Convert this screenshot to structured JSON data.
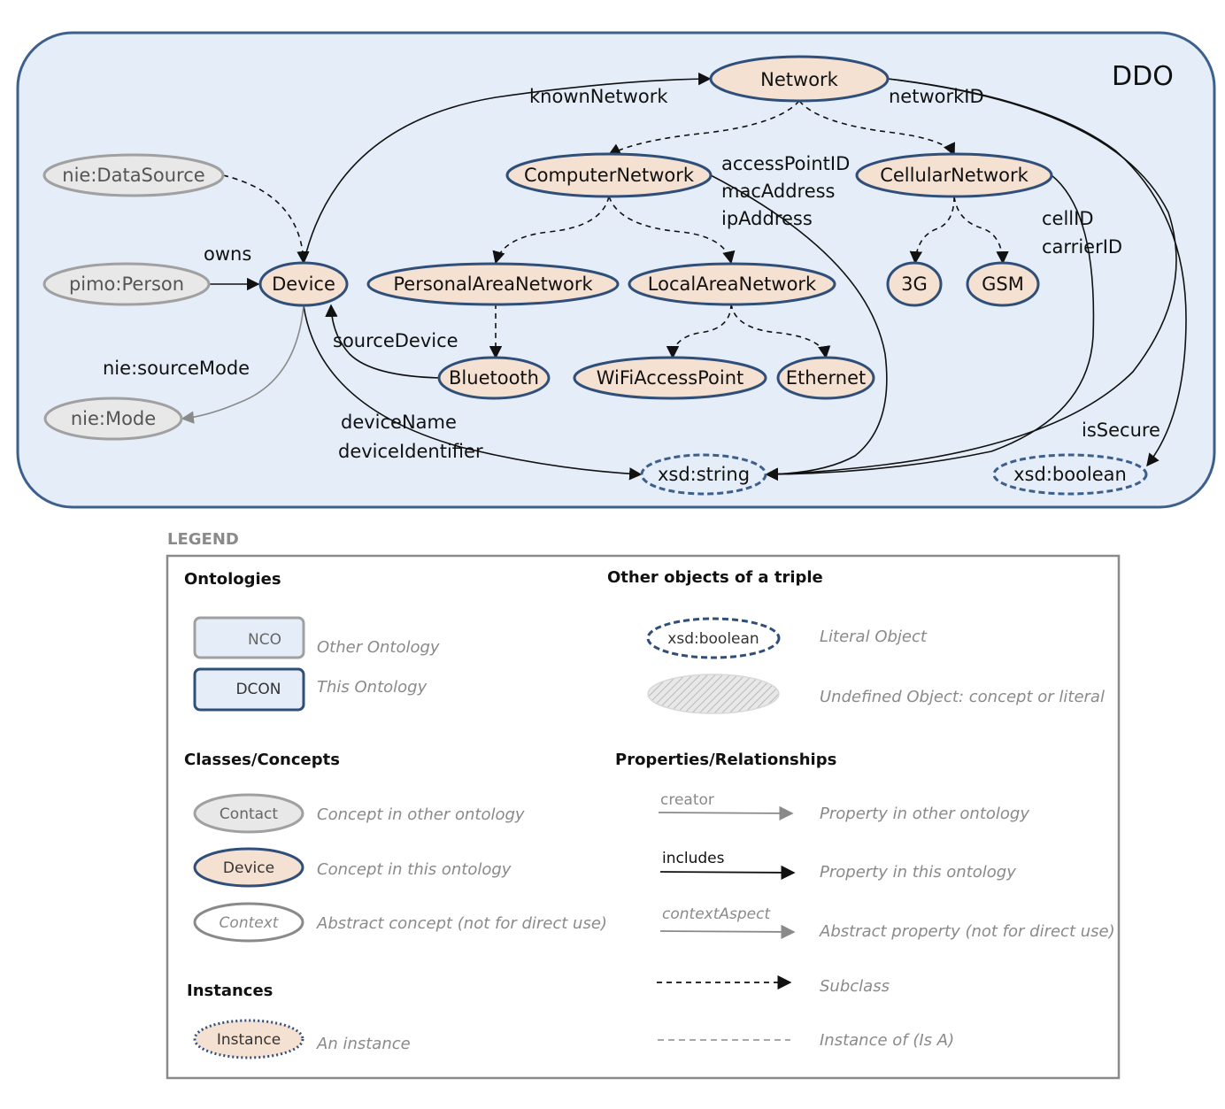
{
  "diagram": {
    "title": "DDO",
    "nodes": {
      "network": "Network",
      "computer_network": "ComputerNetwork",
      "cellular_network": "CellularNetwork",
      "nie_datasource": "nie:DataSource",
      "pimo_person": "pimo:Person",
      "device": "Device",
      "personal_area_network": "PersonalAreaNetwork",
      "local_area_network": "LocalAreaNetwork",
      "g3": "3G",
      "gsm": "GSM",
      "bluetooth": "Bluetooth",
      "wifi_access_point": "WiFiAccessPoint",
      "ethernet": "Ethernet",
      "nie_mode": "nie:Mode",
      "xsd_string": "xsd:string",
      "xsd_boolean": "xsd:boolean"
    },
    "edge_labels": {
      "known_network": "knownNetwork",
      "network_id": "networkID",
      "access_point_id": "accessPointID",
      "mac_address": "macAddress",
      "ip_address": "ipAddress",
      "cell_id": "cellID",
      "carrier_id": "carrierID",
      "owns": "owns",
      "source_device": "sourceDevice",
      "nie_source_mode": "nie:sourceMode",
      "device_name": "deviceName",
      "device_identifier": "deviceIdentifier",
      "is_secure": "isSecure"
    }
  },
  "legend": {
    "title": "LEGEND",
    "ontologies": {
      "heading": "Ontologies",
      "other_box": "NCO",
      "other_desc": "Other Ontology",
      "this_box": "DCON",
      "this_desc": "This Ontology"
    },
    "other_objects": {
      "heading": "Other objects of a triple",
      "literal_box": "xsd:boolean",
      "literal_desc": "Literal Object",
      "undefined_desc": "Undefined Object: concept or literal"
    },
    "classes": {
      "heading": "Classes/Concepts",
      "other_box": "Contact",
      "other_desc": "Concept in other ontology",
      "this_box": "Device",
      "this_desc": "Concept in this ontology",
      "abstract_box": "Context",
      "abstract_desc": "Abstract concept (not for direct use)"
    },
    "properties": {
      "heading": "Properties/Relationships",
      "other_label": "creator",
      "other_desc": "Property in other ontology",
      "this_label": "includes",
      "this_desc": "Property in this ontology",
      "abstract_label": "contextAspect",
      "abstract_desc": "Abstract property (not for direct use)",
      "subclass_desc": "Subclass",
      "instance_of_desc": "Instance of (Is A)"
    },
    "instances": {
      "heading": "Instances",
      "box": "Instance",
      "desc": "An instance"
    }
  },
  "colors": {
    "panel_fill": "#e5eef8",
    "panel_stroke": "#3d5f8c",
    "concept_fill": "#f5e1d2",
    "concept_stroke": "#2f4f7a",
    "other_fill": "#e8e8e8",
    "other_stroke": "#a0a0a0",
    "grey_text": "#8a8a8a"
  }
}
